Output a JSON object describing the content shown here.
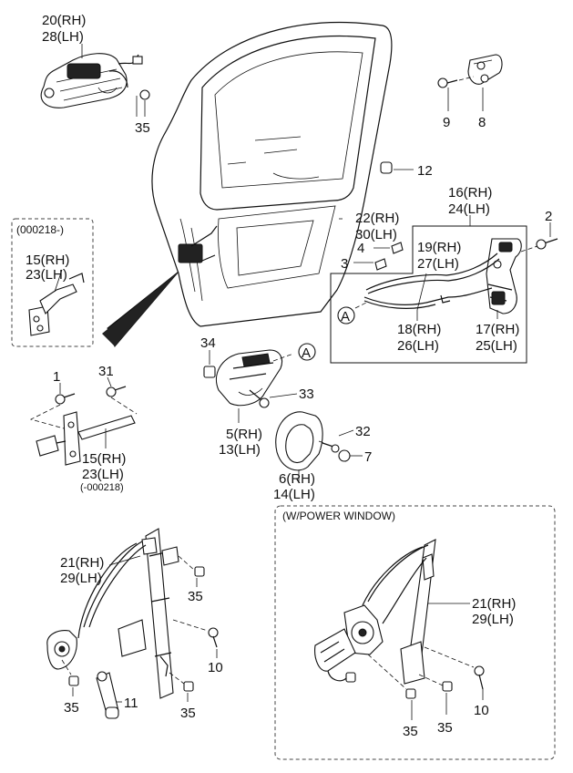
{
  "callouts": [
    {
      "id": "c20",
      "lines": [
        "20(RH)",
        "28(LH)"
      ]
    },
    {
      "id": "c35a",
      "lines": [
        "35"
      ]
    },
    {
      "id": "c9",
      "lines": [
        "9"
      ]
    },
    {
      "id": "c8",
      "lines": [
        "8"
      ]
    },
    {
      "id": "c12",
      "lines": [
        "12"
      ]
    },
    {
      "id": "c16",
      "lines": [
        "16(RH)",
        "24(LH)"
      ]
    },
    {
      "id": "c22",
      "lines": [
        "22(RH)",
        "30(LH)"
      ]
    },
    {
      "id": "c2",
      "lines": [
        "2"
      ]
    },
    {
      "id": "c4",
      "lines": [
        "4"
      ]
    },
    {
      "id": "c3",
      "lines": [
        "3"
      ]
    },
    {
      "id": "c19",
      "lines": [
        "19(RH)",
        "27(LH)"
      ]
    },
    {
      "id": "c18",
      "lines": [
        "18(RH)",
        "26(LH)"
      ]
    },
    {
      "id": "c17",
      "lines": [
        "17(RH)",
        "25(LH)"
      ]
    },
    {
      "id": "c15a",
      "lines": [
        "15(RH)",
        "23(LH)"
      ]
    },
    {
      "id": "c34",
      "lines": [
        "34"
      ]
    },
    {
      "id": "c33",
      "lines": [
        "33"
      ]
    },
    {
      "id": "c1",
      "lines": [
        "1"
      ]
    },
    {
      "id": "c31",
      "lines": [
        "31"
      ]
    },
    {
      "id": "c5",
      "lines": [
        "5(RH)",
        "13(LH)"
      ]
    },
    {
      "id": "c32",
      "lines": [
        "32"
      ]
    },
    {
      "id": "c7",
      "lines": [
        "7"
      ]
    },
    {
      "id": "c6",
      "lines": [
        "6(RH)",
        "14(LH)"
      ]
    },
    {
      "id": "c15b",
      "lines": [
        "15(RH)",
        "23(LH)",
        "(-000218)"
      ]
    },
    {
      "id": "c21a",
      "lines": [
        "21(RH)",
        "29(LH)"
      ]
    },
    {
      "id": "c35b",
      "lines": [
        "35"
      ]
    },
    {
      "id": "c10a",
      "lines": [
        "10"
      ]
    },
    {
      "id": "c35c",
      "lines": [
        "35"
      ]
    },
    {
      "id": "c11",
      "lines": [
        "11"
      ]
    },
    {
      "id": "c35d",
      "lines": [
        "35"
      ]
    },
    {
      "id": "c21b",
      "lines": [
        "21(RH)",
        "29(LH)"
      ]
    },
    {
      "id": "c10b",
      "lines": [
        "10"
      ]
    },
    {
      "id": "c35e",
      "lines": [
        "35"
      ]
    },
    {
      "id": "c35f",
      "lines": [
        "35"
      ]
    }
  ],
  "refs": {
    "marker_a": "A"
  },
  "notes": {
    "detail_box_title": "(000218-)",
    "power_window_title": "(W/POWER WINDOW)"
  }
}
